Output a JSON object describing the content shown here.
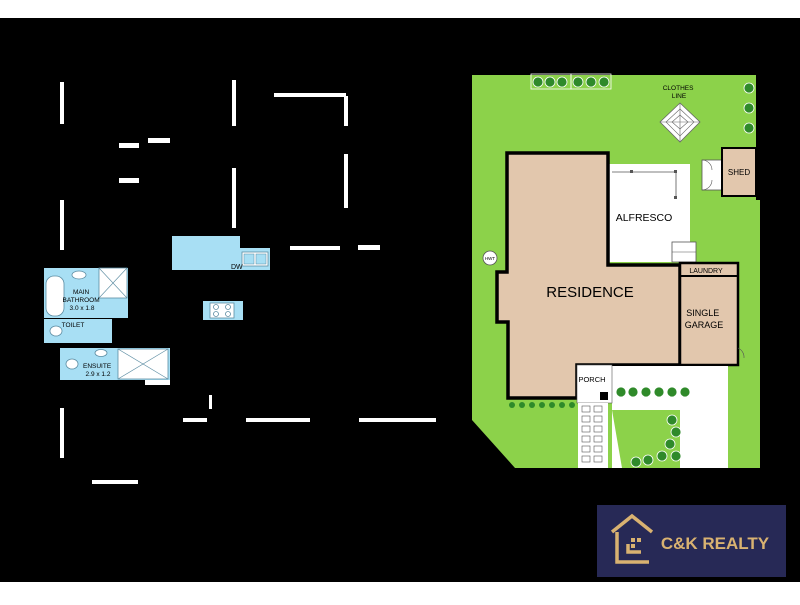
{
  "floor_plan": {
    "rooms": {
      "main_bathroom": {
        "name": "MAIN\nBATHROOM",
        "size": "3.0 x 1.8"
      },
      "toilet": {
        "name": "TOILET"
      },
      "ensuite": {
        "name": "ENSUITE",
        "size": "2.9 x 1.2"
      },
      "kitchen_dw": {
        "name": "DW"
      }
    }
  },
  "site_plan": {
    "labels": {
      "clothes_line": "CLOTHES\nLINE",
      "shed": "SHED",
      "alfresco": "ALFRESCO",
      "residence": "RESIDENCE",
      "laundry": "LAUNDRY",
      "garage": "SINGLE\nGARAGE",
      "porch": "PORCH",
      "hwt": "HWT"
    }
  },
  "brand": {
    "name": "C&K REALTY",
    "logo_icon": "house-logo-icon"
  },
  "colors": {
    "page_background": "#000000",
    "frame": "#ffffff",
    "lawn": "#8cd24a",
    "residence": "#e2c7ad",
    "fixture_blue": "#a8dff4",
    "brand_panel": "#272956",
    "brand_gold": "#d9b271"
  }
}
